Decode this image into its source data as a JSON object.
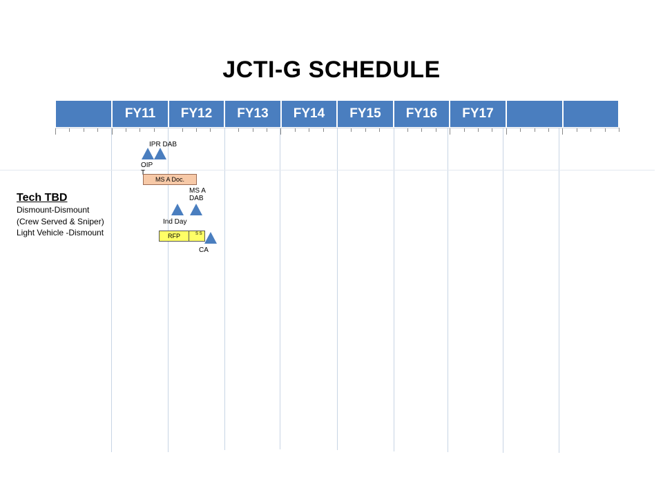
{
  "title": "JCTI-G SCHEDULE",
  "timeline": {
    "header_color": "#4a7ebf",
    "years": [
      "",
      "FY11",
      "FY12",
      "FY13",
      "FY14",
      "FY15",
      "FY16",
      "FY17",
      "",
      ""
    ]
  },
  "milestones": {
    "ipr_dab": "IPR DAB",
    "oipt": "OIP T",
    "msa_doc": "MS A Doc.",
    "msa_dab": "MS A DAB",
    "ind_day": "Ind Day",
    "rfp": "RFP",
    "ss": "S S",
    "ca": "CA"
  },
  "tech": {
    "title": "Tech TBD",
    "lines": [
      "Dismount-Dismount",
      "(Crew Served & Sniper)",
      "Light Vehicle -Dismount"
    ]
  },
  "colors": {
    "milestone_triangle": "#4a7ebf",
    "msa_doc_bar": "#f7c9a7",
    "rfp_bar": "#ffff66"
  }
}
